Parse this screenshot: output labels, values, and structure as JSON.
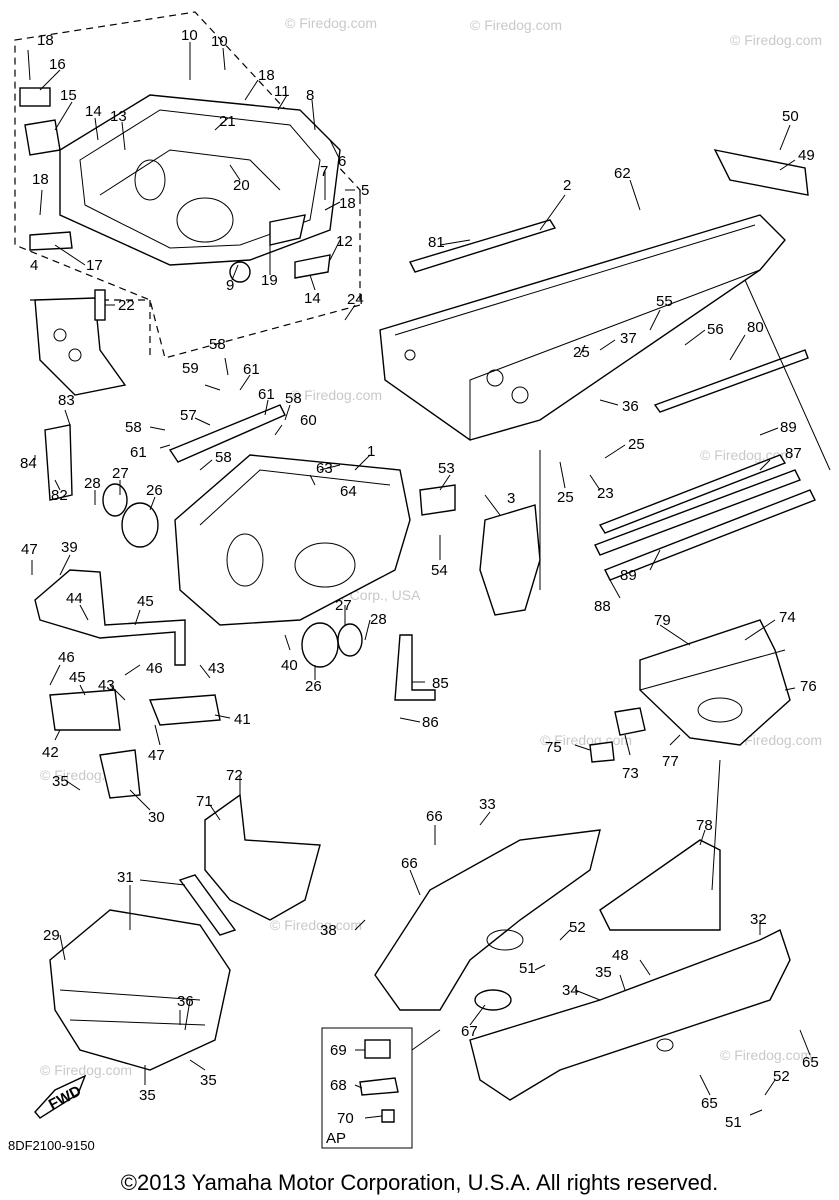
{
  "diagram_code": "8DF2100-9150",
  "copyright": "©2013 Yamaha Motor Corporation, U.S.A. All rights reserved.",
  "watermark_site": "© Firedog.com",
  "watermark_center": "Yamaha Motor Corp., USA",
  "fwd_label": "FWD",
  "inset_label": "AP",
  "callouts": [
    "1",
    "2",
    "3",
    "4",
    "5",
    "6",
    "7",
    "8",
    "9",
    "10",
    "11",
    "12",
    "13",
    "14",
    "15",
    "16",
    "17",
    "18",
    "19",
    "20",
    "21",
    "22",
    "23",
    "24",
    "25",
    "26",
    "27",
    "28",
    "29",
    "30",
    "31",
    "32",
    "33",
    "34",
    "35",
    "36",
    "37",
    "38",
    "39",
    "40",
    "41",
    "42",
    "43",
    "44",
    "45",
    "46",
    "47",
    "48",
    "49",
    "50",
    "51",
    "52",
    "53",
    "54",
    "55",
    "56",
    "57",
    "58",
    "59",
    "60",
    "61",
    "62",
    "63",
    "64",
    "65",
    "66",
    "67",
    "68",
    "69",
    "70",
    "71",
    "72",
    "73",
    "74",
    "75",
    "76",
    "77",
    "78",
    "79",
    "80",
    "81",
    "82",
    "83",
    "84",
    "85",
    "86",
    "87",
    "88",
    "89"
  ]
}
